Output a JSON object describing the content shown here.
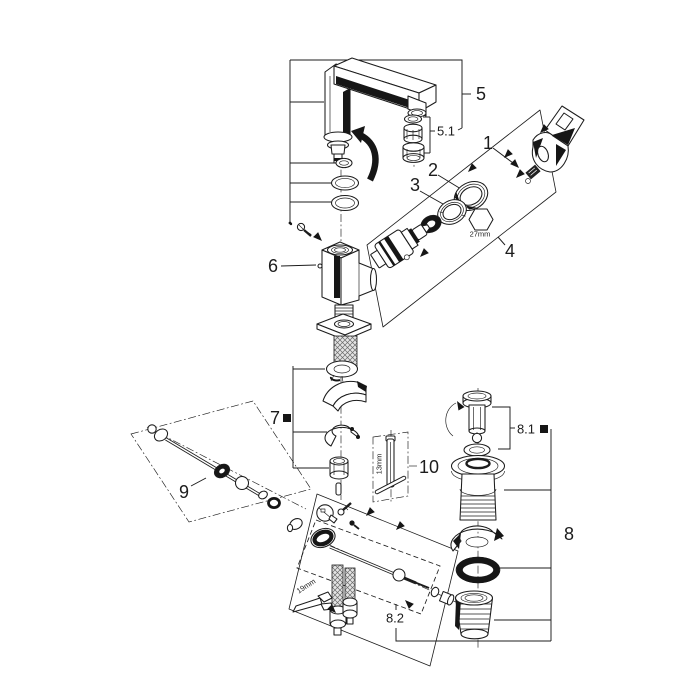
{
  "diagram": {
    "colors": {
      "background": "#ffffff",
      "line": "#1c1c1c",
      "accent_black": "#161616"
    },
    "part_labels": [
      {
        "id": "lever-handle",
        "text": "1"
      },
      {
        "id": "cap-ring",
        "text": "2"
      },
      {
        "id": "mounting-ring",
        "text": "3"
      },
      {
        "id": "handle-group-box",
        "text": "4"
      },
      {
        "id": "spout-group",
        "text": "5"
      },
      {
        "id": "aerator-set",
        "text": "5.1"
      },
      {
        "id": "faucet-body",
        "text": "6"
      },
      {
        "id": "fixing-set",
        "text": "7"
      },
      {
        "id": "waste-set",
        "text": "8"
      },
      {
        "id": "plug",
        "text": "8.1"
      },
      {
        "id": "pull-rod-horizontal",
        "text": "8.2"
      },
      {
        "id": "pull-rod-assembly",
        "text": "9"
      },
      {
        "id": "service-tool",
        "text": "10"
      }
    ],
    "dimension_labels": [
      {
        "id": "hex-size",
        "text": "27mm"
      },
      {
        "id": "wrench-size",
        "text": "19mm"
      },
      {
        "id": "tool-size",
        "text": "13mm"
      }
    ]
  }
}
